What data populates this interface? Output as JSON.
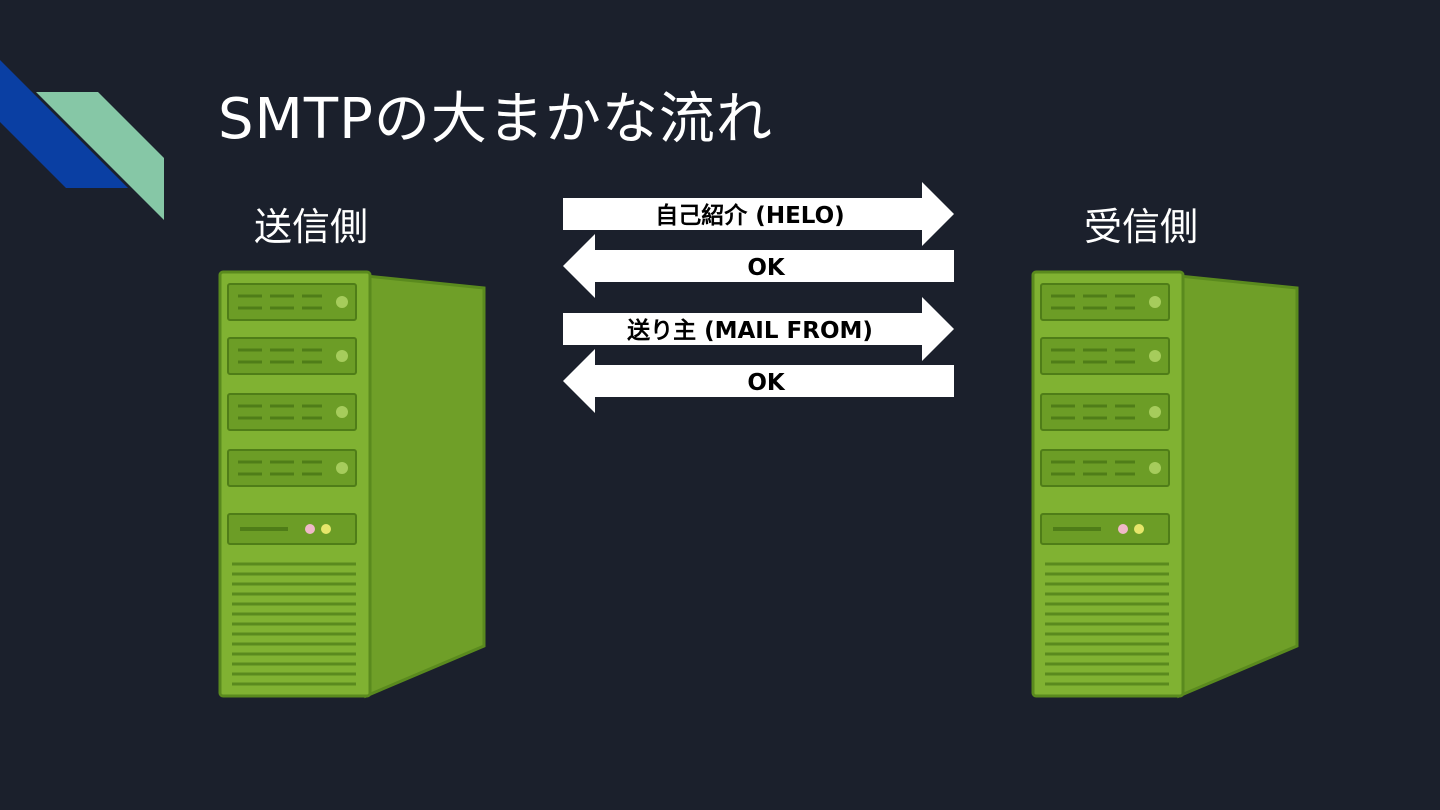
{
  "title": "SMTPの大まかな流れ",
  "sender": {
    "label": "送信側"
  },
  "receiver": {
    "label": "受信側"
  },
  "messages": [
    {
      "text": "自己紹介 (HELO)",
      "direction": "to-receiver"
    },
    {
      "text": "OK",
      "direction": "to-sender"
    },
    {
      "text": "送り主 (MAIL FROM)",
      "direction": "to-receiver"
    },
    {
      "text": "OK",
      "direction": "to-sender"
    }
  ],
  "colors": {
    "background": "#1b202c",
    "accent_blue": "#0a3fa3",
    "accent_teal": "#86c7a6",
    "server_green": "#79ab2d",
    "arrow": "#ffffff"
  }
}
